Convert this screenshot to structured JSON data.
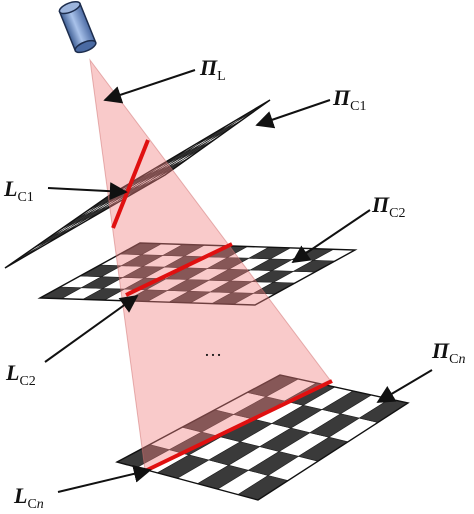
{
  "labels": {
    "light_plane": {
      "main": "Π",
      "sub": "L",
      "sub_italic": ""
    },
    "plane_c1": {
      "main": "Π",
      "sub": "C1",
      "sub_italic": ""
    },
    "plane_c2": {
      "main": "Π",
      "sub": "C2",
      "sub_italic": ""
    },
    "plane_cn": {
      "main": "Π",
      "sub": "C",
      "sub_italic": "n"
    },
    "line_c1": {
      "main": "L",
      "sub": "C1",
      "sub_italic": ""
    },
    "line_c2": {
      "main": "L",
      "sub": "C2",
      "sub_italic": ""
    },
    "line_cn": {
      "main": "L",
      "sub": "C",
      "sub_italic": "n"
    },
    "ellipsis": "…"
  },
  "colors": {
    "laser_fan": "#f08080",
    "laser_line": "#e01010",
    "board_dark": "#3a3a3a",
    "board_light": "#ffffff",
    "projector": "#6f8fc4"
  },
  "boards": [
    {
      "name": "board-c1",
      "rows": 8,
      "cols": 8
    },
    {
      "name": "board-c2",
      "rows": 5,
      "cols": 10
    },
    {
      "name": "board-cn",
      "rows": 5,
      "cols": 7
    }
  ]
}
